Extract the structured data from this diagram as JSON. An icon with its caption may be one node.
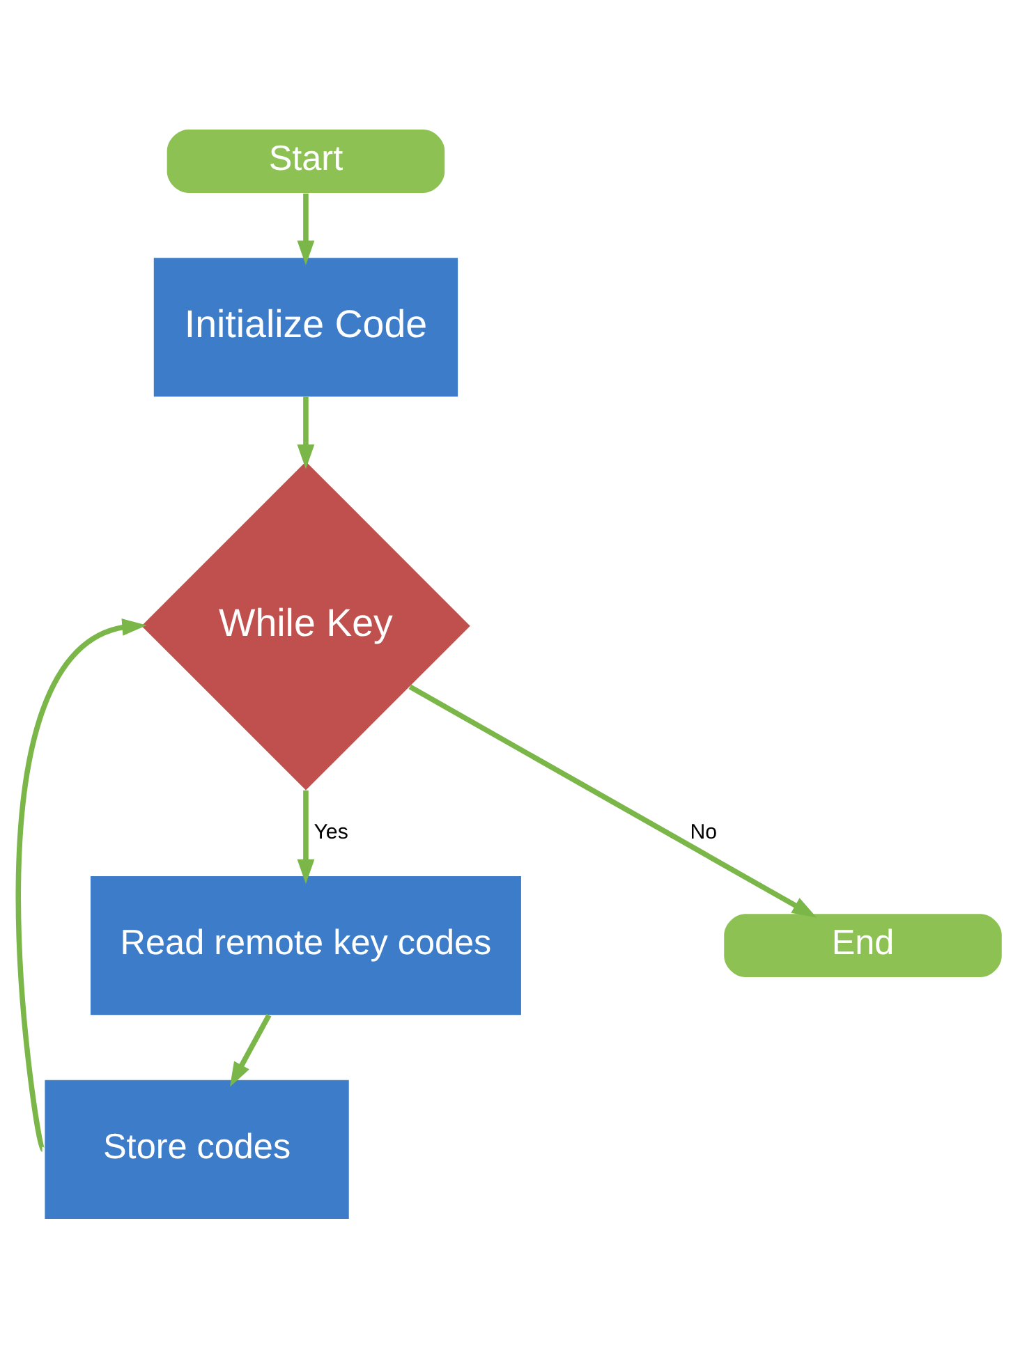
{
  "diagram": {
    "nodes": [
      {
        "text": [
          "Start"
        ]
      },
      {
        "text": [
          "Initialize Code"
        ]
      },
      {
        "text": [
          "While Key"
        ]
      },
      {
        "text": [
          "End"
        ]
      },
      {
        "text": [
          "Read remote key codes"
        ]
      },
      {
        "text": [
          "Store codes"
        ]
      }
    ],
    "edges": [
      {
        "from": 0,
        "to": 1,
        "arrow": "to"
      },
      {
        "from": 1,
        "to": 2,
        "arrow": "to"
      },
      {
        "from": 2,
        "to": 3,
        "arrow": "to",
        "label": "No"
      },
      {
        "from": 2,
        "to": 4,
        "arrow": "to",
        "label": "Yes"
      },
      {
        "from": 4,
        "to": 5,
        "arrow": "to"
      },
      {
        "from": 5,
        "to": 2,
        "arrow": "to"
      }
    ]
  }
}
